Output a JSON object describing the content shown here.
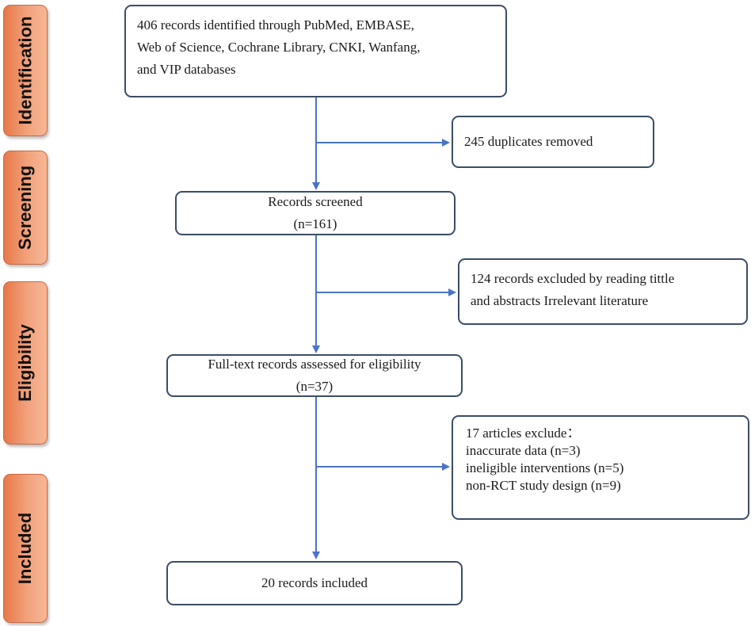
{
  "stages": [
    {
      "label": "Identification"
    },
    {
      "label": "Screening"
    },
    {
      "label": "Eligibility"
    },
    {
      "label": "Included"
    }
  ],
  "boxes": {
    "identified": [
      "406 records identified through PubMed, EMBASE,",
      "Web of Science, Cochrane Library, CNKI, Wanfang,",
      "and VIP databases"
    ],
    "duplicates": [
      "245 duplicates removed"
    ],
    "screened": [
      "Records screened",
      "(n=161)"
    ],
    "excluded_title": [
      "124 records excluded by reading tittle",
      "and abstracts Irrelevant literature"
    ],
    "fulltext": [
      "Full-text  records assessed for eligibility",
      "(n=37)"
    ],
    "excluded_articles": [
      "17 articles exclude：",
      "inaccurate data (n=3)",
      "ineligible interventions (n=5)",
      "non-RCT study design (n=9)"
    ],
    "included": [
      "20 records included"
    ]
  },
  "colors": {
    "arrow": "#4a74c4",
    "box_border": "#3b4d66",
    "stage_fill": "#f09a72"
  }
}
